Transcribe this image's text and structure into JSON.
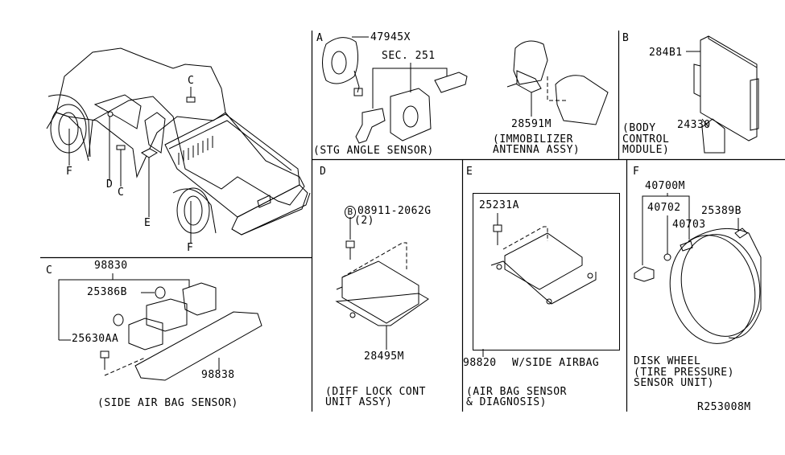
{
  "diagram": {
    "reference_code": "R253008M",
    "vehicle_callouts": {
      "c_top": "C",
      "f_front": "F",
      "d": "D",
      "c_door": "C",
      "e": "E",
      "f_rear": "F"
    },
    "sections": {
      "A": {
        "letter": "A",
        "parts": [
          "47945X",
          "SEC. 251"
        ],
        "caption": "(STG ANGLE SENSOR)"
      },
      "immobilizer": {
        "parts": [
          "28591M"
        ],
        "caption_line1": "(IMMOBILIZER",
        "caption_line2": "ANTENNA ASSY)"
      },
      "B": {
        "letter": "B",
        "parts": [
          "284B1",
          "24330"
        ],
        "caption_line1": "(BODY",
        "caption_line2": "CONTROL",
        "caption_line3": "MODULE)"
      },
      "C": {
        "letter": "C",
        "parts": [
          "98830",
          "25386B",
          "25630AA",
          "98838"
        ],
        "caption": "(SIDE AIR BAG SENSOR)"
      },
      "D": {
        "letter": "D",
        "bolt_symbol": "B",
        "parts": [
          "08911-2062G",
          "(2)",
          "28495M"
        ],
        "caption_line1": "(DIFF LOCK CONT",
        "caption_line2": "UNIT ASSY)"
      },
      "E": {
        "letter": "E",
        "parts": [
          "25231A",
          "98820"
        ],
        "variant_note": "W/SIDE AIRBAG",
        "caption_line1": "(AIR BAG SENSOR",
        "caption_line2": "& DIAGNOSIS)"
      },
      "F": {
        "letter": "F",
        "parts": [
          "40700M",
          "40702",
          "40703",
          "25389B"
        ],
        "caption_line1": "DISK WHEEL",
        "caption_line2": "(TIRE PRESSURE)",
        "caption_line3": "SENSOR UNIT)"
      }
    }
  }
}
